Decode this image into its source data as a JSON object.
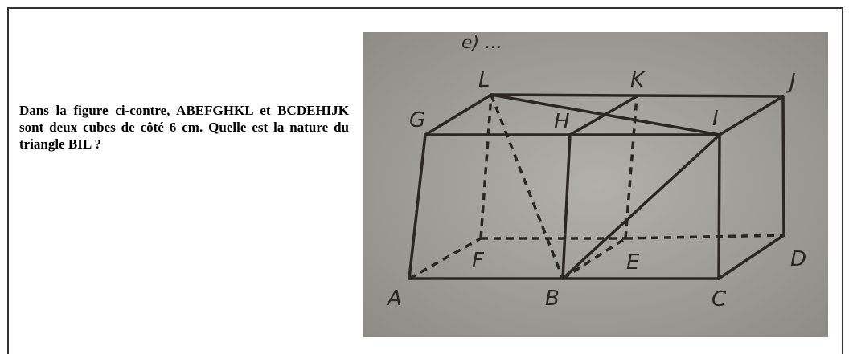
{
  "problem": {
    "text": "Dans la figure ci-contre, ABEFGHKL et BCDEHIJK sont deux cubes de côté 6 cm. Quelle est la nature du triangle BIL ?"
  },
  "figure": {
    "header_text": "e) …",
    "vertex_labels": {
      "A": "A",
      "B": "B",
      "C": "C",
      "D": "D",
      "E": "E",
      "F": "F",
      "G": "G",
      "H": "H",
      "I": "I",
      "J": "J",
      "K": "K",
      "L": "L"
    },
    "colors": {
      "photo_background": "#a4a29c",
      "line": "#2a2622",
      "label": "#2a2622"
    }
  }
}
